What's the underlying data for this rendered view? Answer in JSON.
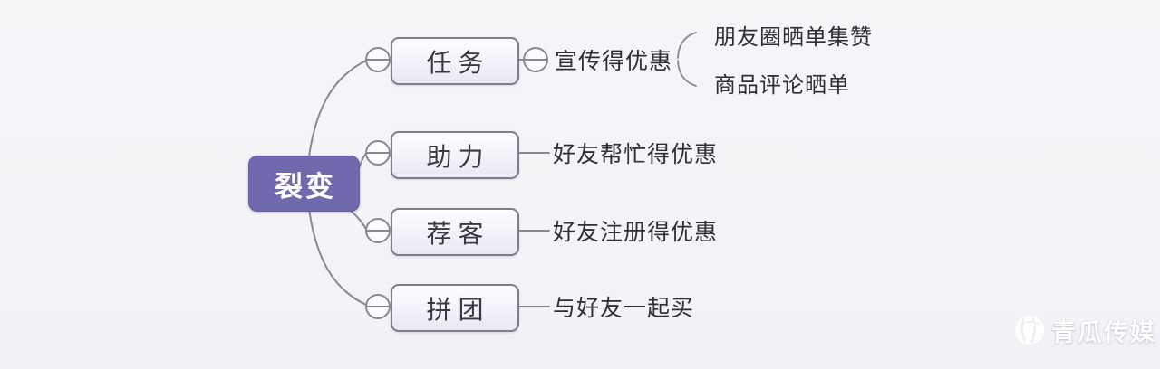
{
  "diagram": {
    "type": "mindmap",
    "root": {
      "label": "裂变"
    },
    "branches": [
      {
        "label": "任务",
        "child": "宣传得优惠",
        "leaves": [
          "朋友圈晒单集赞",
          "商品评论晒单"
        ]
      },
      {
        "label": "助力",
        "child": "好友帮忙得优惠",
        "leaves": []
      },
      {
        "label": "荐客",
        "child": "好友注册得优惠",
        "leaves": []
      },
      {
        "label": "拼团",
        "child": "与好友一起买",
        "leaves": []
      }
    ]
  },
  "watermark": {
    "text": "青瓜传媒"
  },
  "colors": {
    "background": "#f5f4f7",
    "root_fill": "#6f6aae",
    "root_text": "#ffffff",
    "box_border": "#7f7c8c",
    "box_fill": "#f6f5fb",
    "line": "#8a8795",
    "node_text": "#2e2e33",
    "watermark_text": "#ffffff"
  }
}
